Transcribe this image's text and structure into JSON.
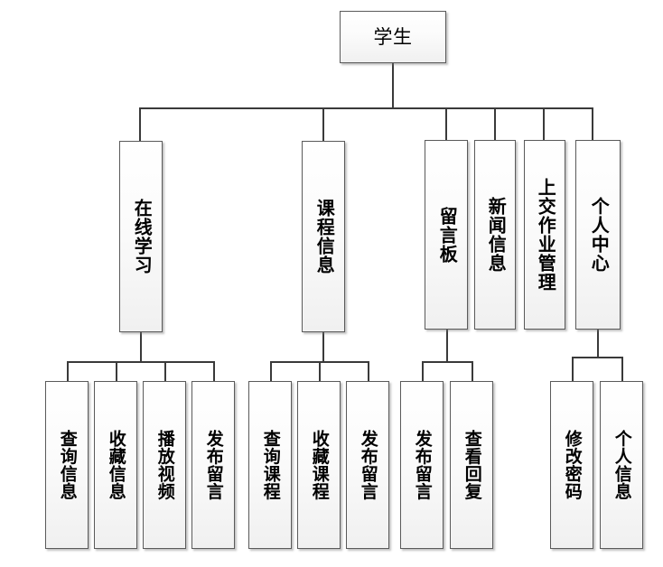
{
  "diagram": {
    "title": "学生",
    "type": "org-chart",
    "root": {
      "id": "student",
      "label": "学生",
      "orientation": "horizontal"
    },
    "level2": [
      {
        "id": "online-learning",
        "label": "在线学习",
        "orientation": "vertical"
      },
      {
        "id": "course-info",
        "label": "课程信息",
        "orientation": "vertical"
      },
      {
        "id": "message-board",
        "label": "留言板",
        "orientation": "vertical"
      },
      {
        "id": "news-info",
        "label": "新闻信息",
        "orientation": "vertical"
      },
      {
        "id": "homework-submit-manage",
        "label": "上交作业管理",
        "orientation": "vertical"
      },
      {
        "id": "personal-center",
        "label": "个人中心",
        "orientation": "vertical"
      }
    ],
    "level3": {
      "online-learning": [
        {
          "id": "query-info",
          "label": "查询信息"
        },
        {
          "id": "favorite-info",
          "label": "收藏信息"
        },
        {
          "id": "play-video",
          "label": "播放视频"
        },
        {
          "id": "post-message-1",
          "label": "发布留言"
        }
      ],
      "course-info": [
        {
          "id": "query-course",
          "label": "查询课程"
        },
        {
          "id": "favorite-course",
          "label": "收藏课程"
        },
        {
          "id": "post-message-2",
          "label": "发布留言"
        }
      ],
      "message-board": [
        {
          "id": "post-message-3",
          "label": "发布留言"
        },
        {
          "id": "view-reply",
          "label": "查看回复"
        }
      ],
      "personal-center": [
        {
          "id": "change-password",
          "label": "修改密码"
        },
        {
          "id": "personal-info",
          "label": "个人信息"
        }
      ],
      "news-info": [],
      "homework-submit-manage": []
    },
    "colors": {
      "node_border": "#5a5a5a",
      "node_fill": "#fbfbfb",
      "edge": "#3a3a3a",
      "text": "#000000",
      "background": "#ffffff"
    }
  }
}
